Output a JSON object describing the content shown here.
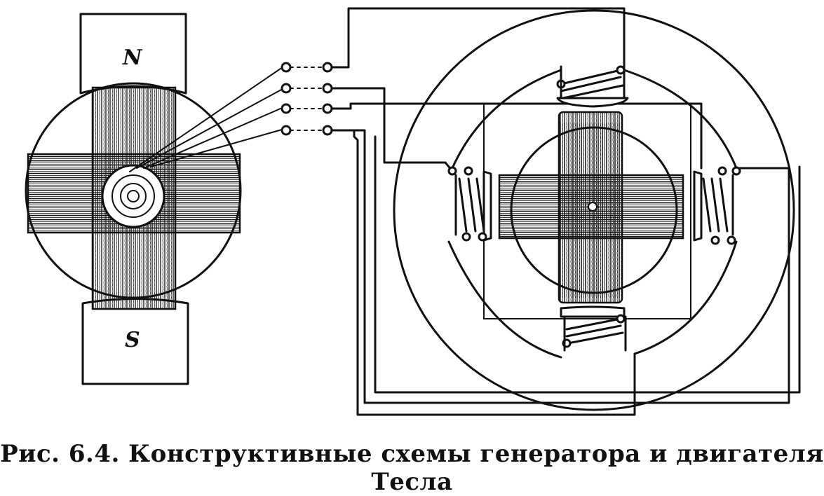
{
  "figure": {
    "caption": "Рис. 6.4. Конструктивные схемы генератора и двигателя Тесла",
    "pole_north": "N",
    "pole_south": "S"
  },
  "colors": {
    "ink": "#111111",
    "paper": "#ffffff"
  }
}
